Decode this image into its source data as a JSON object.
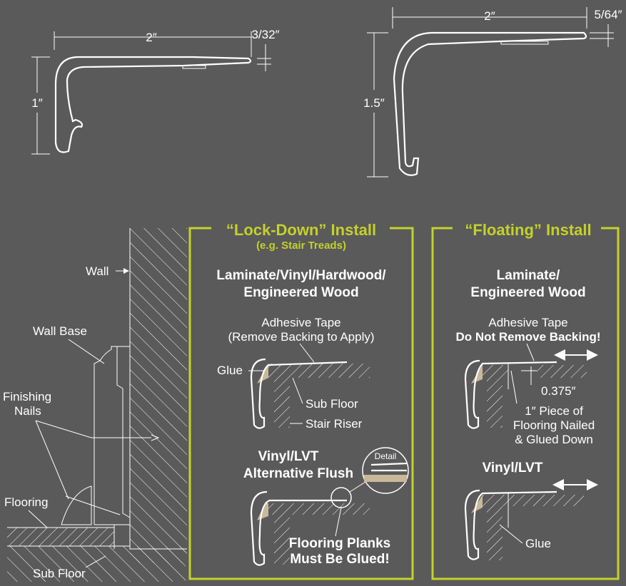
{
  "profile_small": {
    "width": "2″",
    "thickness": "3/32″",
    "height": "1″"
  },
  "profile_large": {
    "width": "2″",
    "thickness": "5/64″",
    "height": "1.5″"
  },
  "wall_diagram": {
    "wall": "Wall",
    "wall_base": "Wall Base",
    "finishing_nails_1": "Finishing",
    "finishing_nails_2": "Nails",
    "flooring": "Flooring",
    "sub_floor": "Sub Floor"
  },
  "lockdown": {
    "title": "“Lock-Down” Install",
    "subtitle": "(e.g. Stair Treads)",
    "heading_1": "Laminate/Vinyl/Hardwood/",
    "heading_2": "Engineered Wood",
    "adhesive_1": "Adhesive Tape",
    "adhesive_2": "(Remove Backing to Apply)",
    "glue": "Glue",
    "sub_floor": "Sub Floor",
    "stair_riser": "Stair Riser",
    "alt_heading_1": "Vinyl/LVT",
    "alt_heading_2": "Alternative Flush",
    "detail": "Detail",
    "planks_1": "Flooring Planks",
    "planks_2": "Must Be Glued!"
  },
  "floating": {
    "title": "“Floating” Install",
    "heading_1": "Laminate/",
    "heading_2": "Engineered Wood",
    "adhesive_1": "Adhesive Tape",
    "adhesive_2": "Do Not Remove Backing!",
    "gap": "0.375″",
    "piece_1": "1″ Piece of",
    "piece_2": "Flooring Nailed",
    "piece_3": "& Glued Down",
    "vinyl_heading": "Vinyl/LVT",
    "glue": "Glue"
  },
  "colors": {
    "background": "#5a5a5a",
    "accent": "#c4d12a",
    "glue": "#c9b99a"
  }
}
